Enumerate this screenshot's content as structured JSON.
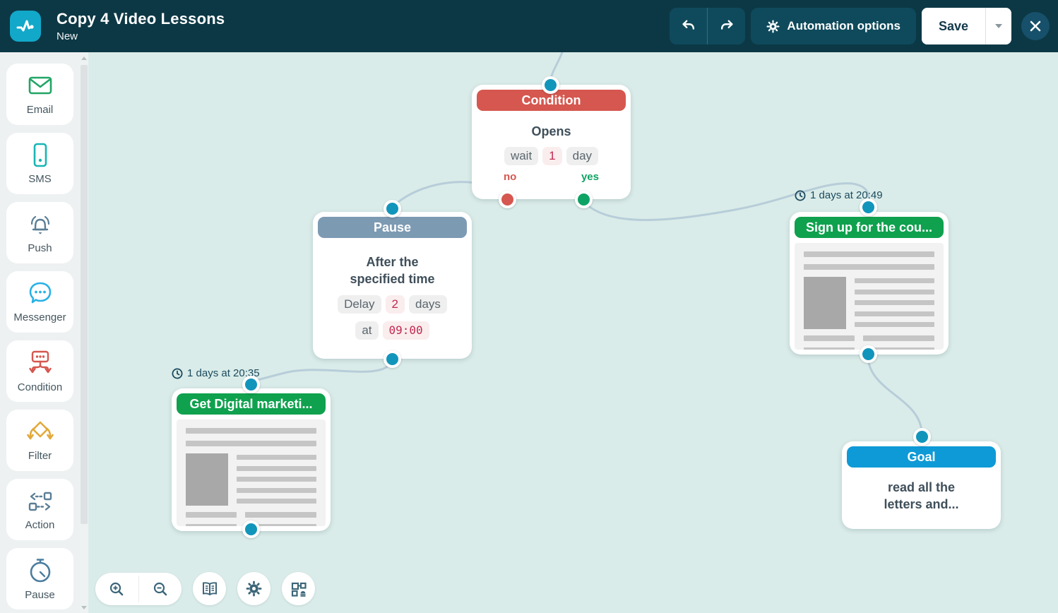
{
  "header": {
    "title": "Copy 4 Video Lessons",
    "subtitle": "New",
    "automation_label": "Automation options",
    "save_label": "Save",
    "icons": [
      "pulse-logo-icon",
      "undo-icon",
      "redo-icon",
      "gear-icon",
      "caret-down-icon",
      "close-icon"
    ]
  },
  "sidebar": {
    "items": [
      {
        "label": "Email",
        "icon": "envelope-icon",
        "color": "#21a565"
      },
      {
        "label": "SMS",
        "icon": "phone-icon",
        "color": "#19b5b5"
      },
      {
        "label": "Push",
        "icon": "bell-icon",
        "color": "#5a7e96"
      },
      {
        "label": "Messenger",
        "icon": "chat-bubble-icon",
        "color": "#29b1e6"
      },
      {
        "label": "Condition",
        "icon": "condition-branch-icon",
        "color": "#d5574f"
      },
      {
        "label": "Filter",
        "icon": "filter-diamond-icon",
        "color": "#e2a93b"
      },
      {
        "label": "Action",
        "icon": "action-arrows-icon",
        "color": "#5a7e96"
      },
      {
        "label": "Pause",
        "icon": "stopwatch-icon",
        "color": "#4b7d9e"
      }
    ]
  },
  "canvas": {
    "nodes": {
      "condition": {
        "header": "Condition",
        "title": "Opens",
        "tokens": [
          "wait",
          "1",
          "day"
        ],
        "no_label": "no",
        "yes_label": "yes",
        "header_color": "#d5574f"
      },
      "pause": {
        "header": "Pause",
        "title_line1": "After the",
        "title_line2": "specified time",
        "tokens": [
          "Delay",
          "2",
          "days"
        ],
        "at_label": "at",
        "time_value": "09:00",
        "header_color": "#7d9ab3"
      },
      "email_signup": {
        "header": "Sign up for the cou...",
        "timestamp": "1 days at 20:49",
        "header_color": "#0fa14e"
      },
      "email_digital": {
        "header": "Get Digital marketi...",
        "timestamp": "1 days at 20:35",
        "header_color": "#0fa14e"
      },
      "goal": {
        "header": "Goal",
        "line1": "read all the",
        "line2": "letters and...",
        "header_color": "#0e9ad6"
      }
    },
    "connector_colors": {
      "default": "#1295bb",
      "no": "#d5574f",
      "yes": "#0ea364"
    },
    "wire_color": "#b7cdd9",
    "background_color": "#daece9"
  },
  "toolbar": {
    "icons": [
      "zoom-in-icon",
      "zoom-out-icon",
      "book-icon",
      "gear-icon",
      "structure-icon"
    ]
  }
}
